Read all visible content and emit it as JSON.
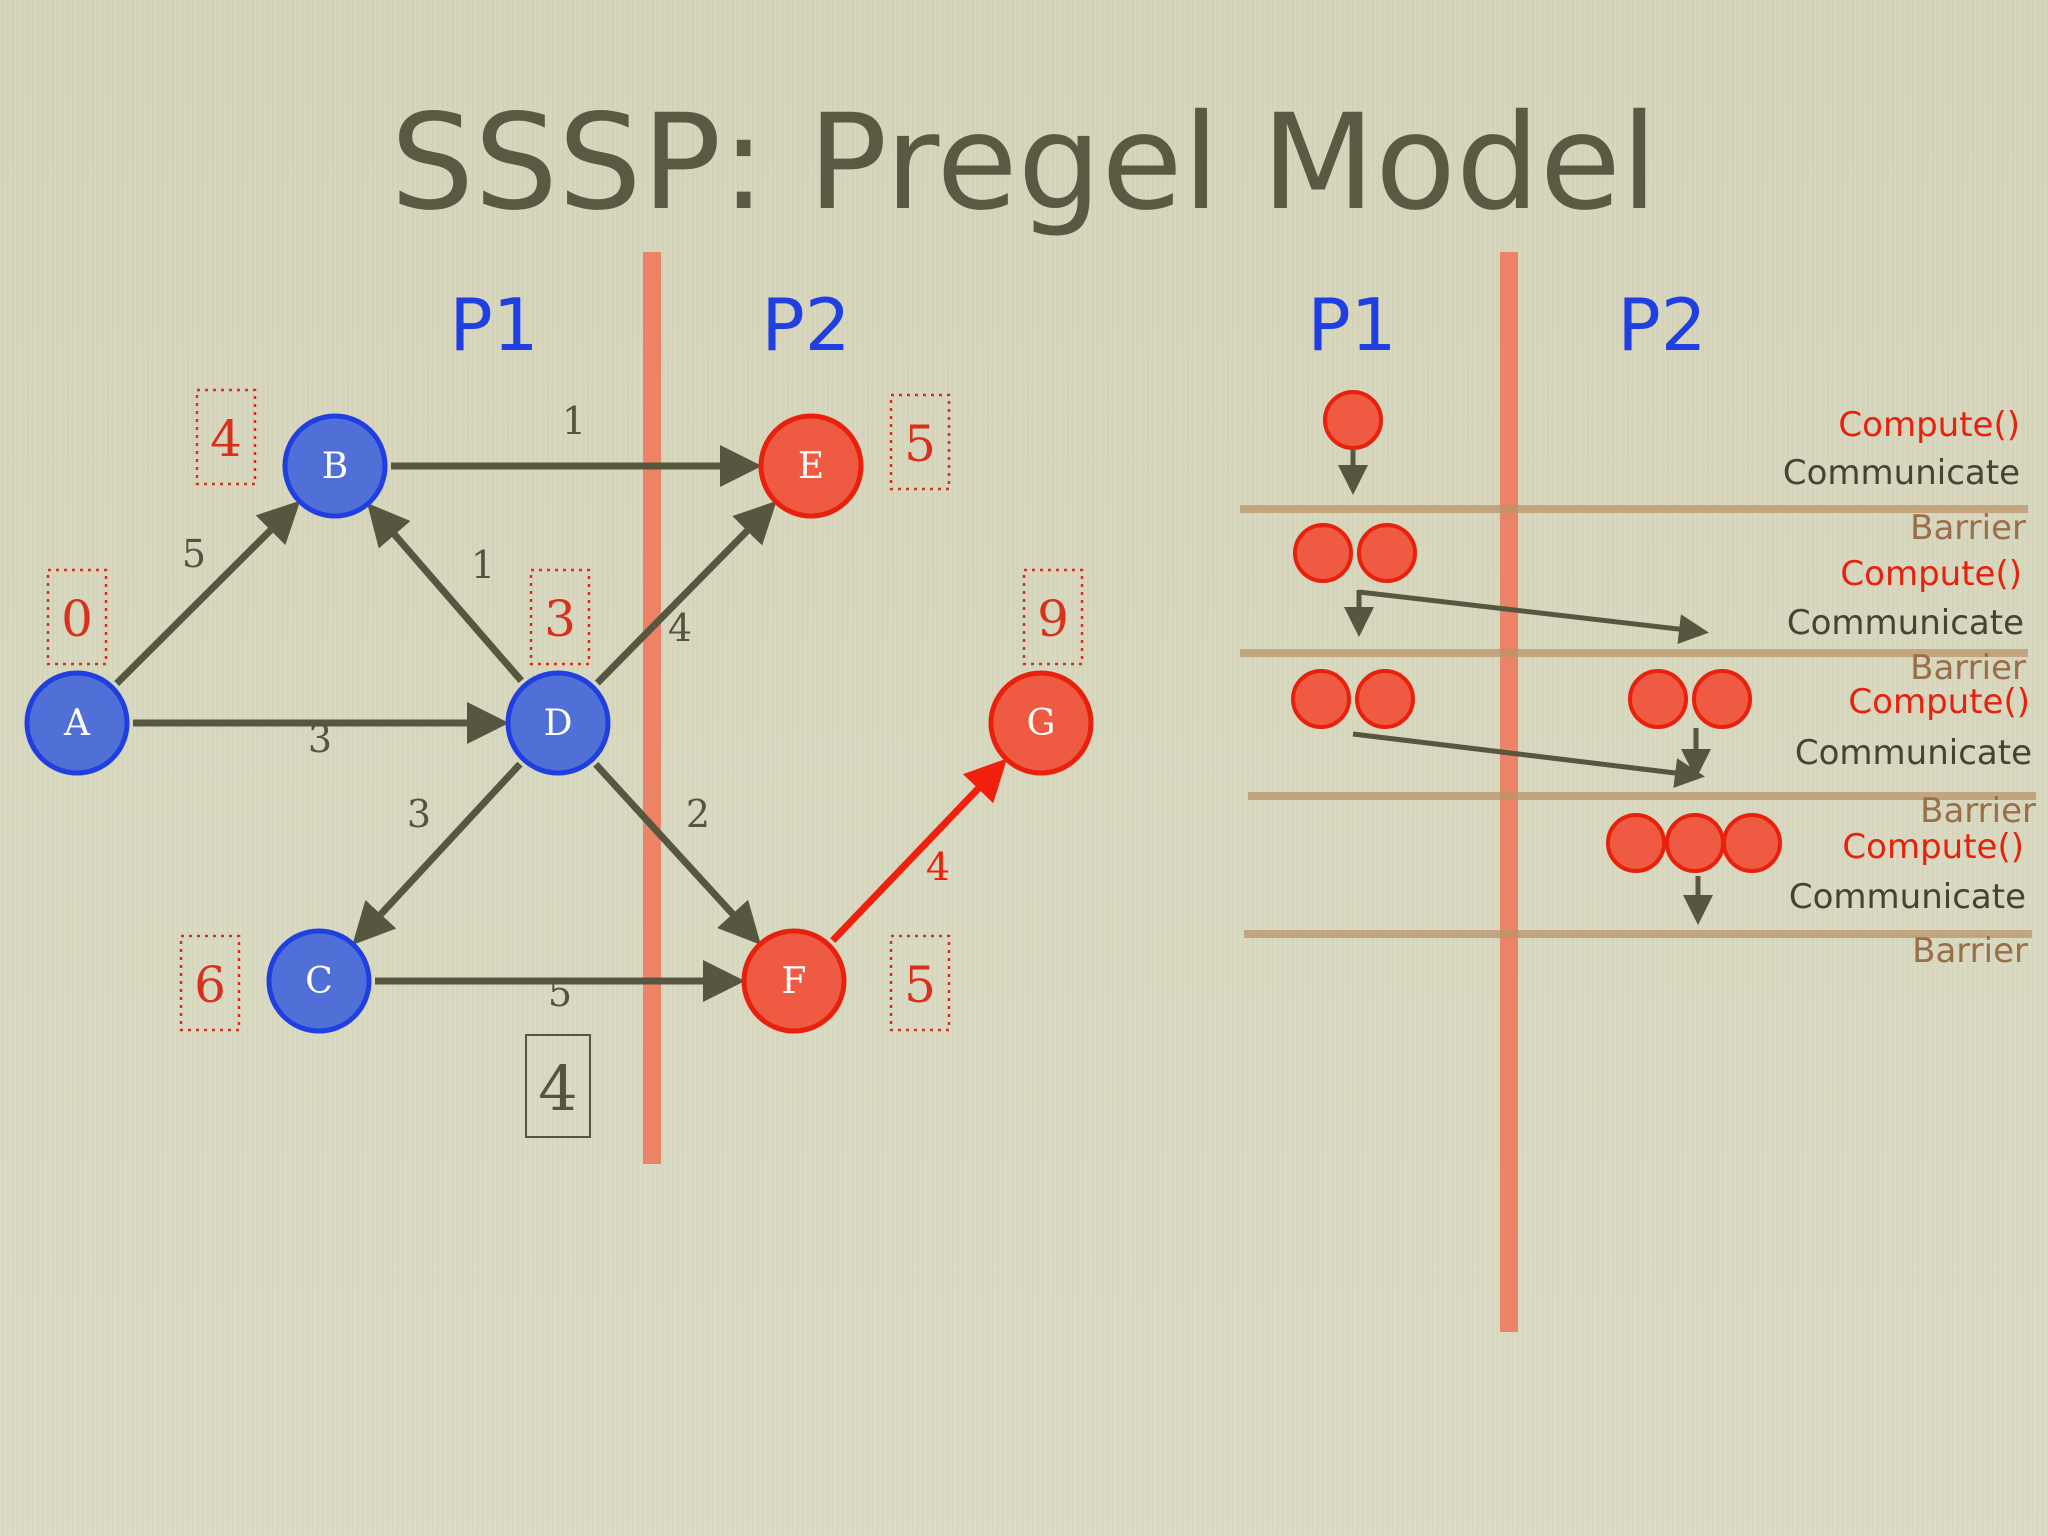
{
  "title": "SSSP: Pregel Model",
  "colors": {
    "p1_node": "#5070d8",
    "p2_node": "#ee5a42",
    "edge": "#57573f",
    "active_edge": "#f0200c",
    "partition_line": "#ee7a5c",
    "distance_text": "#d8301c",
    "blue_text": "#1f3fe0"
  },
  "graph": {
    "partition_labels": [
      "P1",
      "P2"
    ],
    "nodes": [
      {
        "id": "A",
        "label": "A",
        "partition": "P1",
        "distance": "0"
      },
      {
        "id": "B",
        "label": "B",
        "partition": "P1",
        "distance": "4"
      },
      {
        "id": "C",
        "label": "C",
        "partition": "P1",
        "distance": "6"
      },
      {
        "id": "D",
        "label": "D",
        "partition": "P1",
        "distance": "3"
      },
      {
        "id": "E",
        "label": "E",
        "partition": "P2",
        "distance": "5"
      },
      {
        "id": "F",
        "label": "F",
        "partition": "P2",
        "distance": "5"
      },
      {
        "id": "G",
        "label": "G",
        "partition": "P2",
        "distance": "9"
      }
    ],
    "edges": [
      {
        "from": "A",
        "to": "B",
        "weight": "5"
      },
      {
        "from": "A",
        "to": "D",
        "weight": "3"
      },
      {
        "from": "D",
        "to": "B",
        "weight": "1"
      },
      {
        "from": "B",
        "to": "E",
        "weight": "1"
      },
      {
        "from": "D",
        "to": "E",
        "weight": "4"
      },
      {
        "from": "D",
        "to": "C",
        "weight": "3"
      },
      {
        "from": "D",
        "to": "F",
        "weight": "2"
      },
      {
        "from": "C",
        "to": "F",
        "weight": "5"
      },
      {
        "from": "F",
        "to": "G",
        "weight": "4",
        "active": true
      }
    ],
    "message_value": "4"
  },
  "timeline": {
    "partition_labels": [
      "P1",
      "P2"
    ],
    "supersteps": [
      {
        "compute": "Compute()",
        "communicate": "Communicate",
        "barrier": "Barrier",
        "p1_vertices": 1,
        "p2_vertices": 0
      },
      {
        "compute": "Compute()",
        "communicate": "Communicate",
        "barrier": "Barrier",
        "p1_vertices": 2,
        "p2_vertices": 0
      },
      {
        "compute": "Compute()",
        "communicate": "Communicate",
        "barrier": "Barrier",
        "p1_vertices": 2,
        "p2_vertices": 2
      },
      {
        "compute": "Compute()",
        "communicate": "Communicate",
        "barrier": "Barrier",
        "p1_vertices": 0,
        "p2_vertices": 3
      }
    ]
  }
}
